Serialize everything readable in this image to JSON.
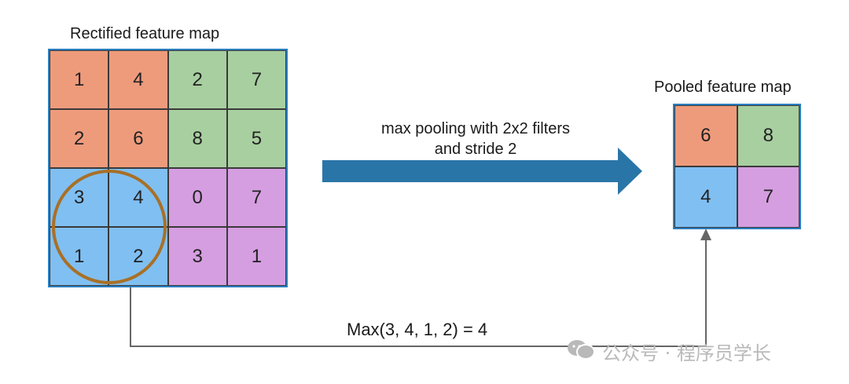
{
  "left_map": {
    "title": "Rectified feature map",
    "cells": [
      [
        "1",
        "4",
        "2",
        "7"
      ],
      [
        "2",
        "6",
        "8",
        "5"
      ],
      [
        "3",
        "4",
        "0",
        "7"
      ],
      [
        "1",
        "2",
        "3",
        "1"
      ]
    ]
  },
  "operation": {
    "line1": "max pooling with 2x2 filters",
    "line2": "and stride 2"
  },
  "right_map": {
    "title": "Pooled feature map",
    "cells": [
      [
        "6",
        "8"
      ],
      [
        "4",
        "7"
      ]
    ]
  },
  "formula": "Max(3, 4, 1, 2) = 4",
  "watermark": "公众号 · 程序员学长",
  "colors": {
    "orange": "#ee9b7c",
    "green": "#a8cfa0",
    "blue": "#80bff2",
    "purple": "#d59ee0",
    "arrow": "#2a75a8",
    "circle": "#a87026",
    "connector": "#666666"
  }
}
